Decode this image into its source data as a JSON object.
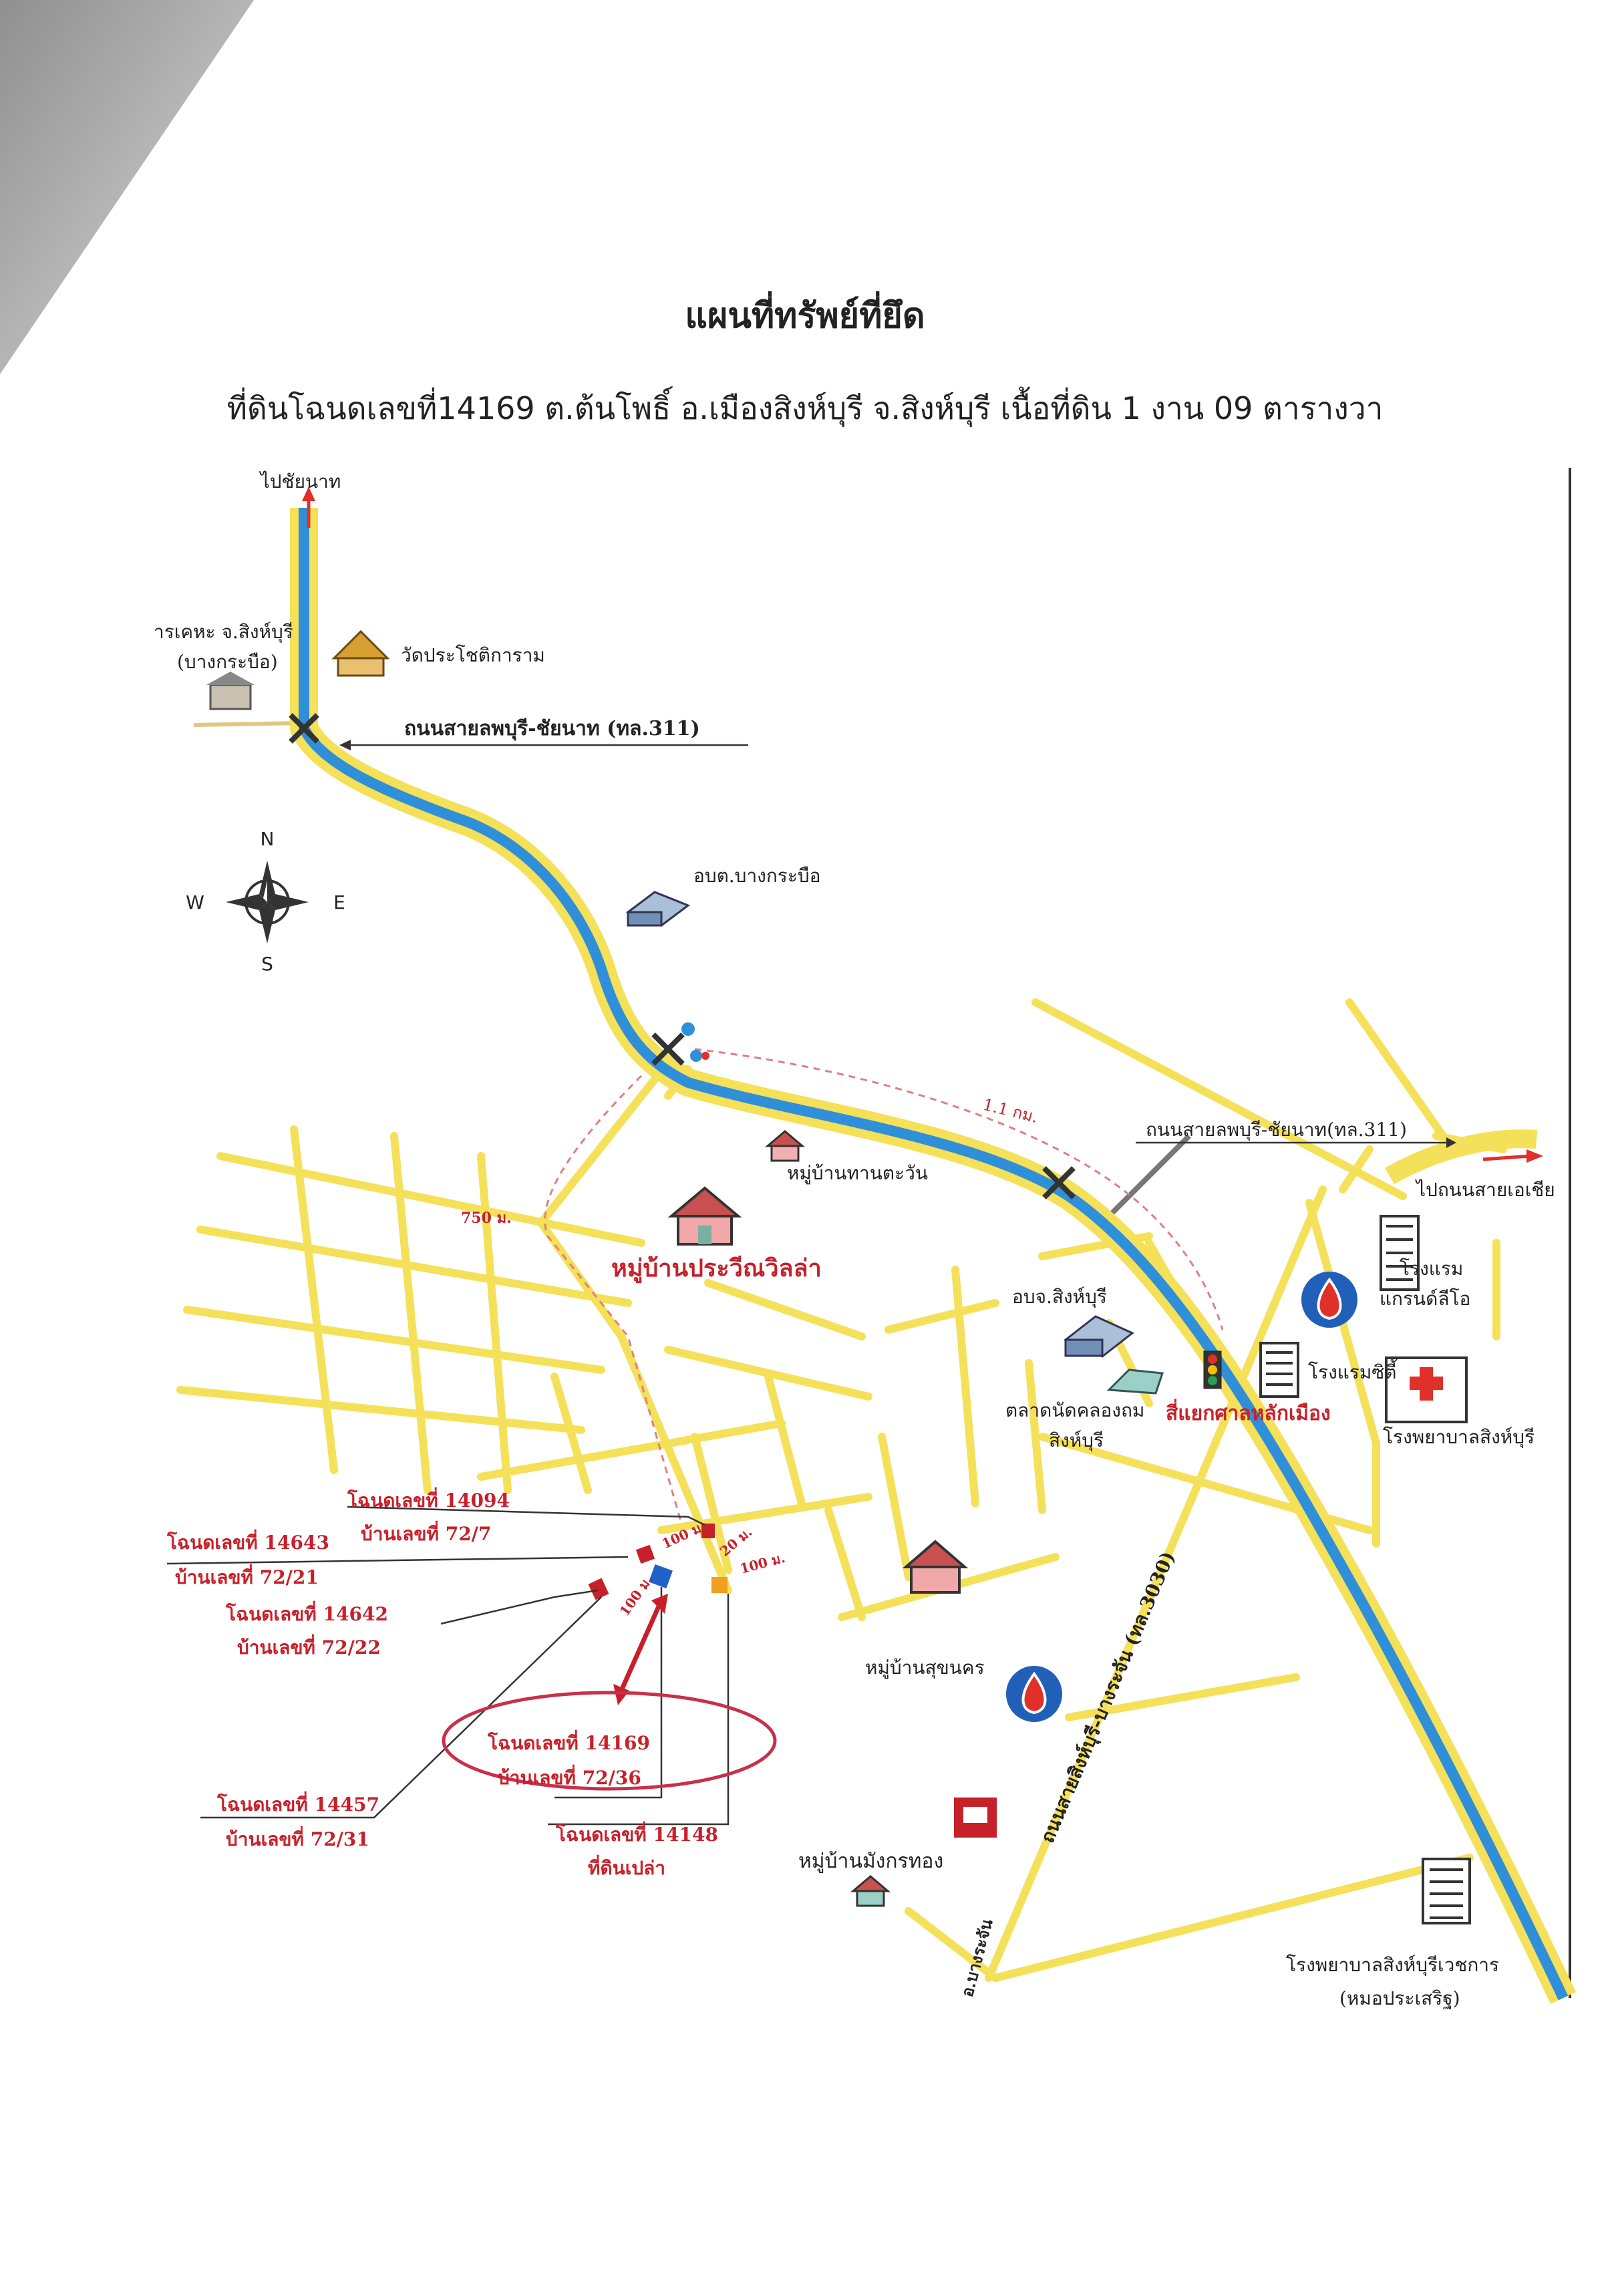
{
  "document": {
    "title": "แผนที่ทรัพย์ที่ยึด",
    "subtitle": "ที่ดินโฉนดเลขที่14169 ต.ต้นโพธิ์ อ.เมืองสิงห์บุรี จ.สิงห์บุรี เนื้อที่ดิน 1 งาน 09 ตารางวา"
  },
  "colors": {
    "road_yellow": "#f5e05a",
    "main_road_blue": "#2f8fd8",
    "label_red": "#c8202a",
    "label_black": "#222222",
    "highlight_ellipse": "#c8304a",
    "direction_red": "#e0302a"
  },
  "compass": {
    "n": "N",
    "s": "S",
    "e": "E",
    "w": "W"
  },
  "labels": {
    "to_chainat": "ไปชัยนาท",
    "provincial_office": "ารเคหะ จ.สิงห์บุรี",
    "provincial_office_sub": "(บางกระบือ)",
    "wat": "วัดประโชติการาม",
    "highway_311_top": "ถนนสายลพบุรี-ชัยนาท (ทล.311)",
    "abt_bangkrabue": "อบต.บางกระบือ",
    "distance_1_1km": "1.1 กม.",
    "highway_311_right": "ถนนสายลพบุรี-ชัยนาท(ทล.311)",
    "to_asia_road": "ไปถนนสายเอเชีย",
    "village_thanthawan": "หมู่บ้านทานตะวัน",
    "distance_750": "750 ม.",
    "village_prawin": "หมู่บ้านประวีณวิลล่า",
    "abj_singburi": "อบจ.สิงห์บุรี",
    "grand_hotel_1": "โรงแรม",
    "grand_hotel_2": "แกรนด์ลีโอ",
    "city_hotel": "โรงแรมซิตี้",
    "market_1": "ตลาดนัดคลองถม",
    "market_2": "สิงห์บุรี",
    "intersection": "สี่แยกศาลหลักเมือง",
    "singburi_hospital": "โรงพยาบาลสิงห์บุรี",
    "deed_14094": "โฉนดเลขที่ 14094",
    "house_72_7": "บ้านเลขที่ 72/7",
    "deed_14643": "โฉนดเลขที่ 14643",
    "house_72_21": "บ้านเลขที่ 72/21",
    "deed_14642": "โฉนดเลขที่ 14642",
    "house_72_22": "บ้านเลขที่ 72/22",
    "dist_100_a": "100 ม.",
    "dist_20": "20 ม.",
    "dist_100_b": "100 ม.",
    "dist_100_c": "100 ม.",
    "deed_14169": "โฉนดเลขที่ 14169",
    "house_72_36": "บ้านเลขที่ 72/36",
    "deed_14457": "โฉนดเลขที่ 14457",
    "house_72_31": "บ้านเลขที่ 72/31",
    "deed_14148": "โฉนดเลขที่ 14148",
    "empty_land": "ที่ดินเปล่า",
    "village_sukhonkhon": "หมู่บ้านสุขนคร",
    "road_3030": "ถนนสายสิงห์บุรี-บางระจัน (ทล.3030)",
    "village_mangkorn": "หมู่บ้านมังกรทอง",
    "bangrachan_fragment": "อ.บางระจัน",
    "vejchakarn_hospital": "โรงพยาบาลสิงห์บุรีเวชการ",
    "vejchakarn_sub": "(หมอประเสริฐ)"
  }
}
